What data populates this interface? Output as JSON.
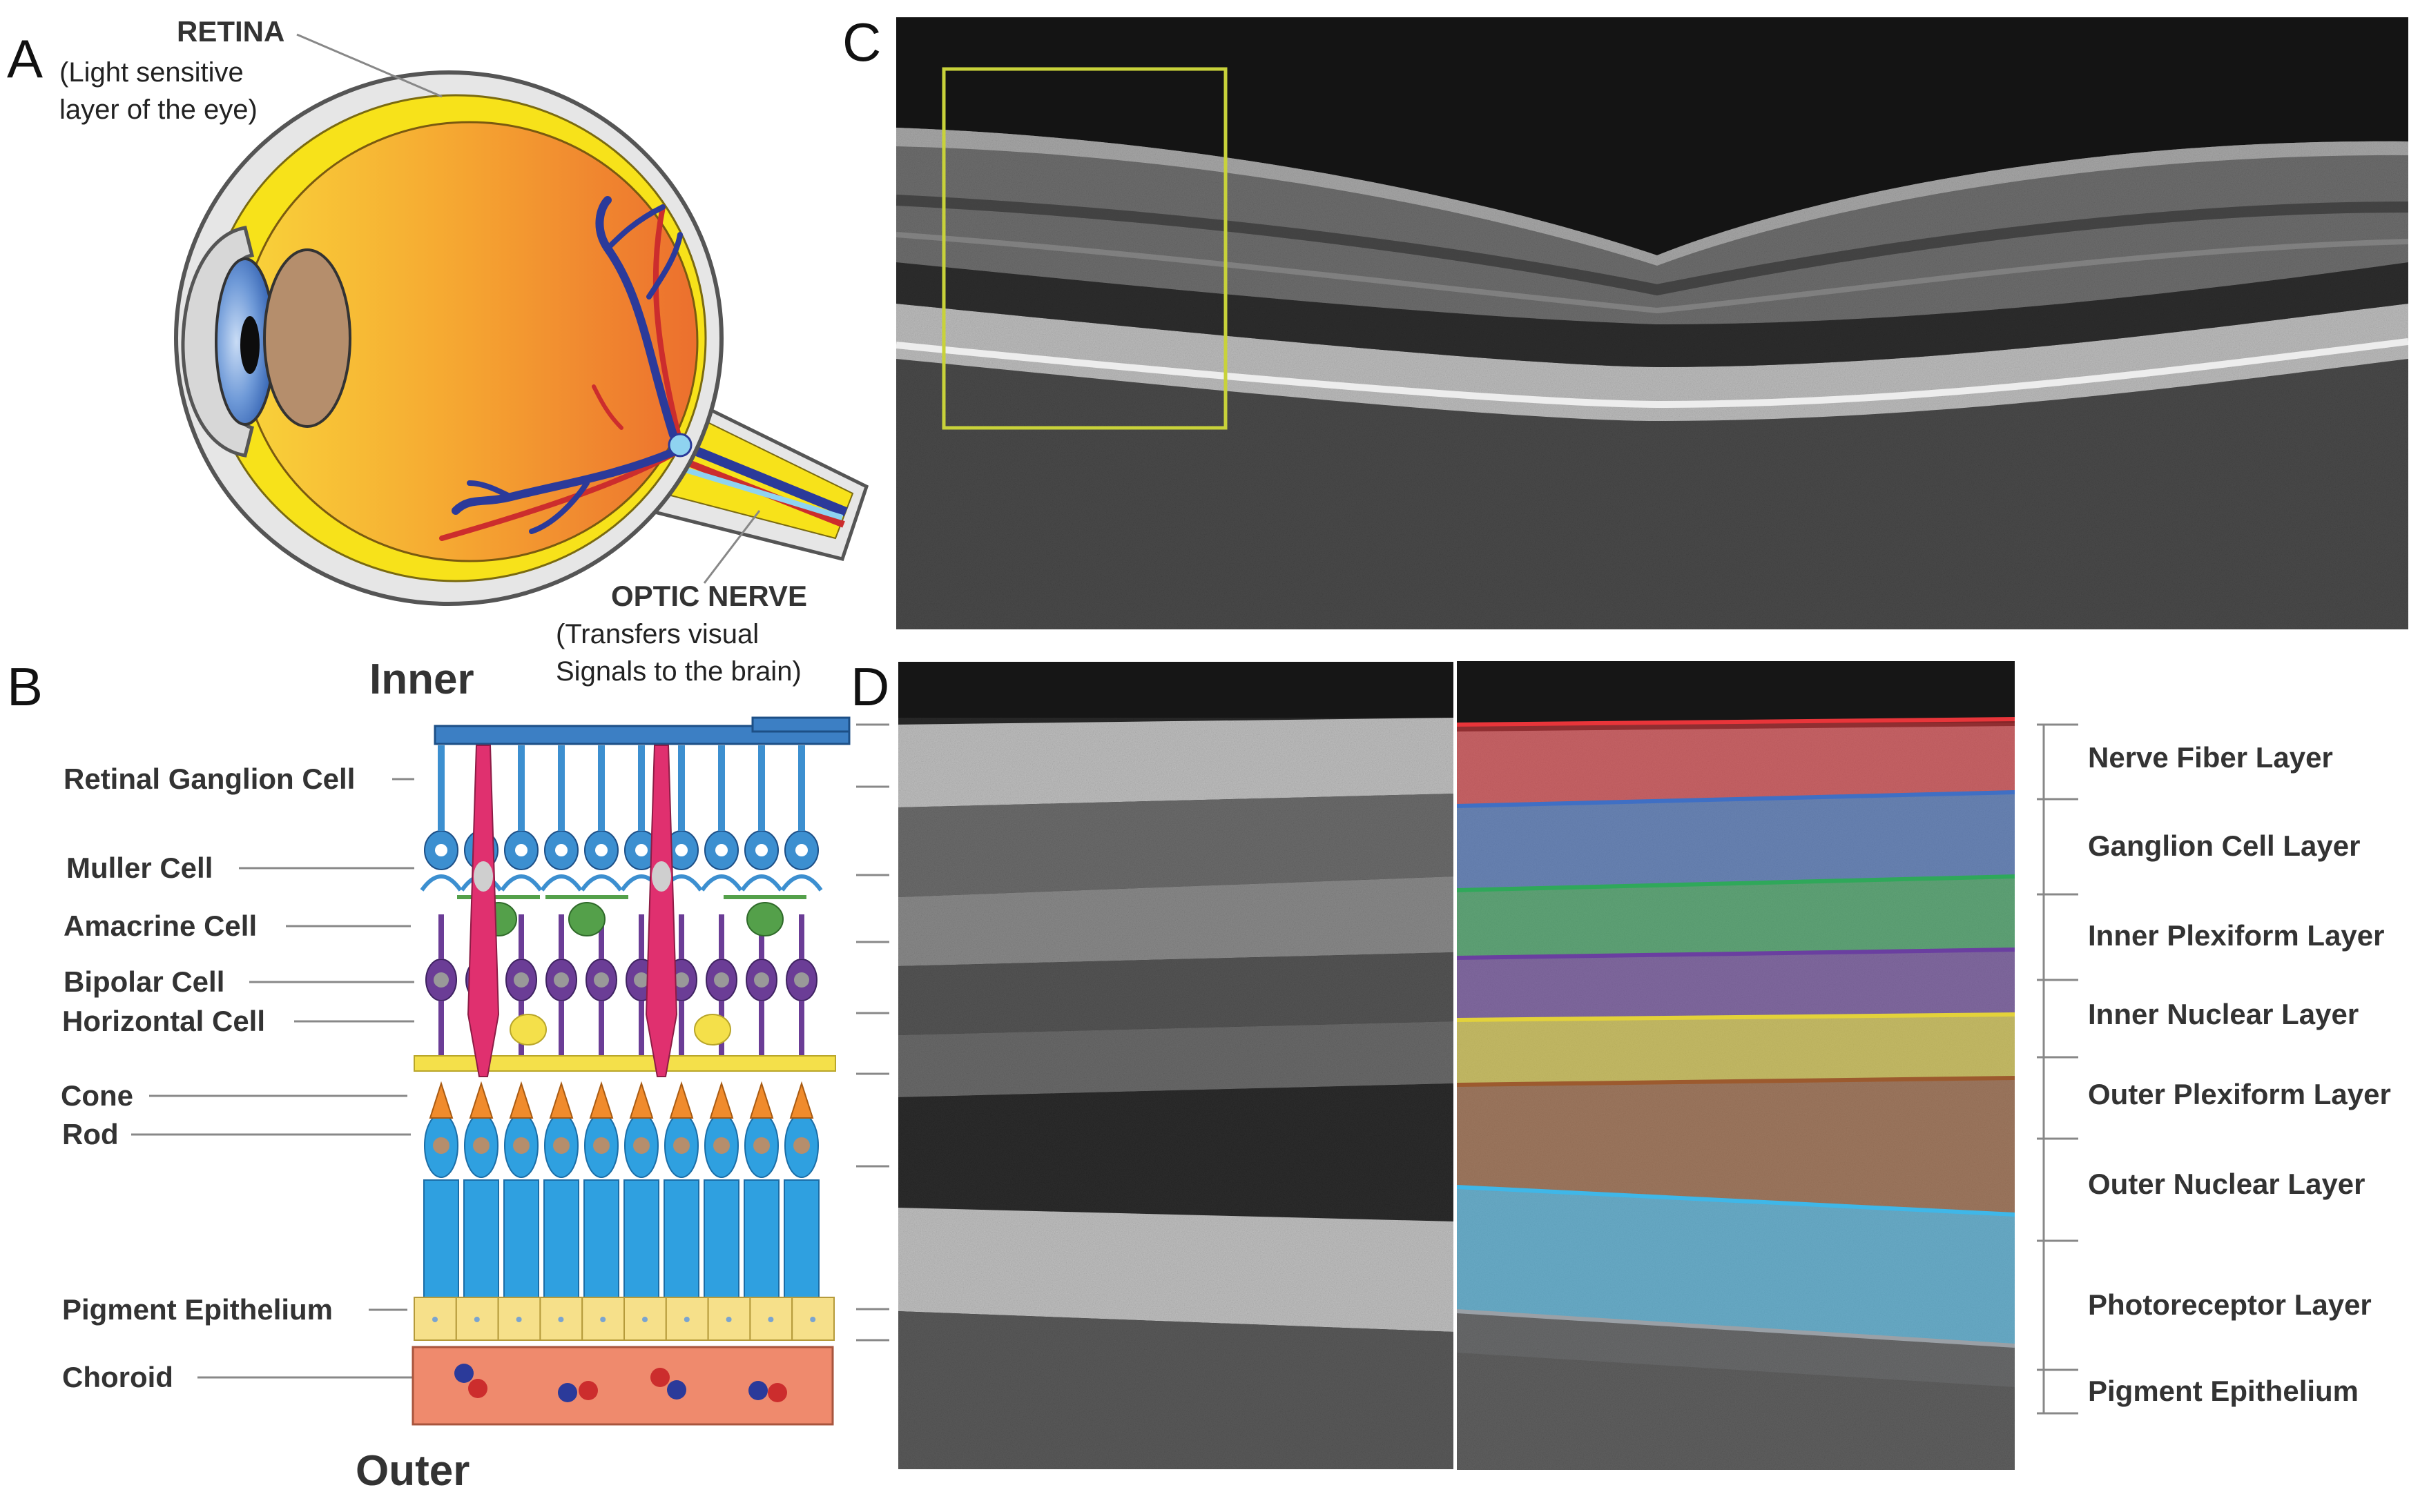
{
  "panels": {
    "a": {
      "letter": "A",
      "retina_title": "RETINA",
      "retina_desc_line1": "(Light sensitive",
      "retina_desc_line2": "layer of the eye)",
      "optic_title": "OPTIC NERVE",
      "optic_desc_line1": "(Transfers visual",
      "optic_desc_line2": "Signals to the brain)"
    },
    "b": {
      "letter": "B",
      "inner_label": "Inner",
      "outer_label": "Outer",
      "cell_labels": [
        "Retinal Ganglion Cell",
        "Muller Cell",
        "Amacrine Cell",
        "Bipolar Cell",
        "Horizontal Cell",
        "Cone",
        "Rod",
        "Pigment Epithelium",
        "Choroid"
      ]
    },
    "c": {
      "letter": "C"
    },
    "d": {
      "letter": "D",
      "layers": [
        {
          "name": "Nerve Fiber Layer",
          "color": "#e8353a"
        },
        {
          "name": "Ganglion Cell Layer",
          "color": "#3f6fc4"
        },
        {
          "name": "Inner Plexiform Layer",
          "color": "#2fa85a"
        },
        {
          "name": "Inner Nuclear Layer",
          "color": "#6a3fa0"
        },
        {
          "name": "Outer Plexiform Layer",
          "color": "#e3d23a"
        },
        {
          "name": "Outer Nuclear Layer",
          "color": "#9c5a2e"
        },
        {
          "name": "Photoreceptor Layer",
          "color": "#3fb7e8"
        },
        {
          "name": "Pigment Epithelium",
          "color": "#9aa0a6"
        }
      ]
    }
  },
  "colors": {
    "sclera": "#e6e6e6",
    "retina_yellow": "#f7e21a",
    "vitreous_light": "#f9d33a",
    "vitreous_dark": "#ec6f2e",
    "cornea_blue": "#5f8fd4",
    "lens": "#b58e6c",
    "vessel_blue": "#2b3a9a",
    "vessel_red": "#cc2d2d",
    "roi_box": "#c8d23a",
    "ganglion_blue": "#3c8fd0",
    "muller_pink": "#e0306f",
    "amacrine_green": "#54a04a",
    "bipolar_purple": "#6b3d96",
    "horizontal_yellow": "#f4e04a",
    "cone_orange": "#f08b2c",
    "photoreceptor_blue": "#2fa0e0",
    "pigment_yellow": "#f6e08a",
    "choroid_salmon": "#ef8a6d"
  }
}
